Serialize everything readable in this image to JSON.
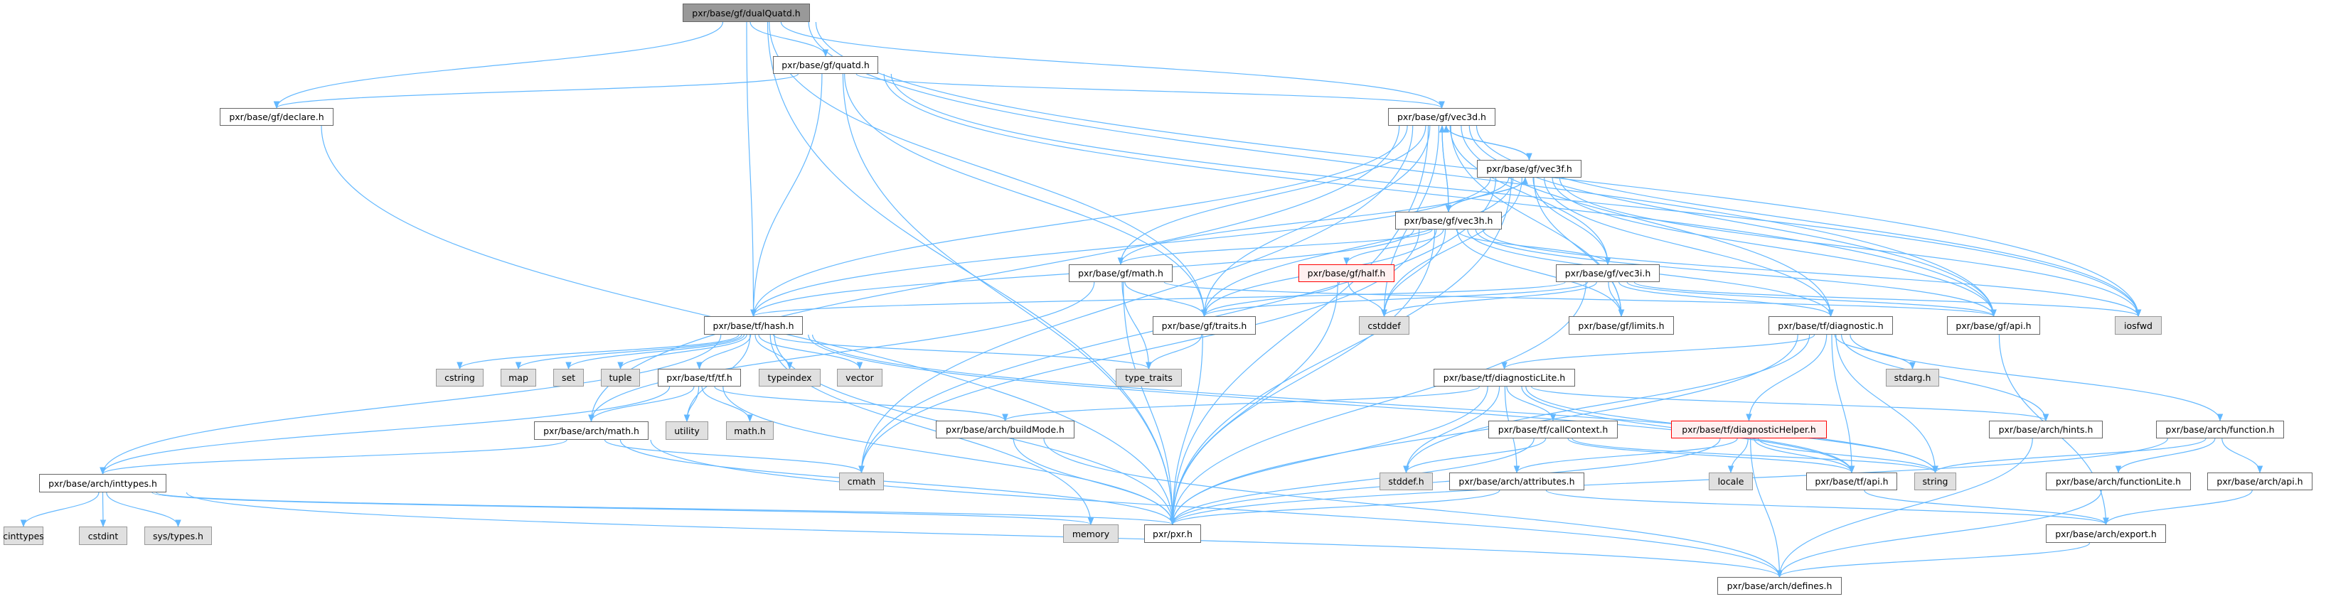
{
  "graph": {
    "edge_color": "#63b8ff",
    "nodes": [
      {
        "label": "pxr/base/gf/dualQuatd.h",
        "kind": "root"
      },
      {
        "label": "pxr/base/gf/quatd.h",
        "kind": "file"
      },
      {
        "label": "pxr/base/gf/declare.h",
        "kind": "file"
      },
      {
        "label": "pxr/base/gf/vec3d.h",
        "kind": "file"
      },
      {
        "label": "pxr/base/gf/vec3f.h",
        "kind": "file"
      },
      {
        "label": "pxr/base/gf/vec3h.h",
        "kind": "file"
      },
      {
        "label": "pxr/base/gf/math.h",
        "kind": "file"
      },
      {
        "label": "pxr/base/gf/half.h",
        "kind": "red"
      },
      {
        "label": "pxr/base/gf/vec3i.h",
        "kind": "file"
      },
      {
        "label": "pxr/base/tf/hash.h",
        "kind": "file"
      },
      {
        "label": "pxr/base/gf/traits.h",
        "kind": "file"
      },
      {
        "label": "cstddef",
        "kind": "sys"
      },
      {
        "label": "pxr/base/gf/limits.h",
        "kind": "file"
      },
      {
        "label": "pxr/base/tf/diagnostic.h",
        "kind": "file"
      },
      {
        "label": "pxr/base/gf/api.h",
        "kind": "file"
      },
      {
        "label": "iosfwd",
        "kind": "sys"
      },
      {
        "label": "cstring",
        "kind": "sys"
      },
      {
        "label": "map",
        "kind": "sys"
      },
      {
        "label": "set",
        "kind": "sys"
      },
      {
        "label": "tuple",
        "kind": "sys"
      },
      {
        "label": "pxr/base/tf/tf.h",
        "kind": "file"
      },
      {
        "label": "typeindex",
        "kind": "sys"
      },
      {
        "label": "vector",
        "kind": "sys"
      },
      {
        "label": "type_traits",
        "kind": "sys"
      },
      {
        "label": "pxr/base/tf/diagnosticLite.h",
        "kind": "file"
      },
      {
        "label": "stdarg.h",
        "kind": "sys"
      },
      {
        "label": "pxr/base/arch/math.h",
        "kind": "file"
      },
      {
        "label": "utility",
        "kind": "sys"
      },
      {
        "label": "math.h",
        "kind": "sys"
      },
      {
        "label": "pxr/base/arch/buildMode.h",
        "kind": "file"
      },
      {
        "label": "pxr/base/tf/callContext.h",
        "kind": "file"
      },
      {
        "label": "pxr/base/tf/diagnosticHelper.h",
        "kind": "red"
      },
      {
        "label": "pxr/base/arch/hints.h",
        "kind": "file"
      },
      {
        "label": "pxr/base/arch/function.h",
        "kind": "file"
      },
      {
        "label": "pxr/base/arch/inttypes.h",
        "kind": "file"
      },
      {
        "label": "cmath",
        "kind": "sys"
      },
      {
        "label": "stddef.h",
        "kind": "sys"
      },
      {
        "label": "pxr/base/arch/attributes.h",
        "kind": "file"
      },
      {
        "label": "locale",
        "kind": "sys"
      },
      {
        "label": "pxr/base/tf/api.h",
        "kind": "file"
      },
      {
        "label": "string",
        "kind": "sys"
      },
      {
        "label": "pxr/base/arch/functionLite.h",
        "kind": "file"
      },
      {
        "label": "pxr/base/arch/api.h",
        "kind": "file"
      },
      {
        "label": "cinttypes",
        "kind": "sys"
      },
      {
        "label": "cstdint",
        "kind": "sys"
      },
      {
        "label": "sys/types.h",
        "kind": "sys"
      },
      {
        "label": "memory",
        "kind": "sys"
      },
      {
        "label": "pxr/pxr.h",
        "kind": "file"
      },
      {
        "label": "pxr/base/arch/export.h",
        "kind": "file"
      },
      {
        "label": "pxr/base/arch/defines.h",
        "kind": "file"
      }
    ],
    "edges": [
      [
        0,
        1
      ],
      [
        0,
        2
      ],
      [
        0,
        9
      ],
      [
        0,
        10
      ],
      [
        0,
        14
      ],
      [
        0,
        15
      ],
      [
        0,
        47
      ],
      [
        0,
        3
      ],
      [
        1,
        2
      ],
      [
        1,
        3
      ],
      [
        1,
        9
      ],
      [
        1,
        10
      ],
      [
        1,
        14
      ],
      [
        1,
        15
      ],
      [
        1,
        47
      ],
      [
        2,
        47
      ],
      [
        3,
        4
      ],
      [
        3,
        5
      ],
      [
        3,
        6
      ],
      [
        3,
        12
      ],
      [
        3,
        10
      ],
      [
        3,
        9
      ],
      [
        3,
        11
      ],
      [
        3,
        35
      ],
      [
        3,
        15
      ],
      [
        3,
        14
      ],
      [
        3,
        13
      ],
      [
        3,
        47
      ],
      [
        3,
        8
      ],
      [
        3,
        26
      ],
      [
        4,
        3
      ],
      [
        4,
        5
      ],
      [
        4,
        6
      ],
      [
        4,
        12
      ],
      [
        4,
        10
      ],
      [
        4,
        9
      ],
      [
        4,
        11
      ],
      [
        4,
        35
      ],
      [
        4,
        15
      ],
      [
        4,
        14
      ],
      [
        4,
        13
      ],
      [
        4,
        47
      ],
      [
        4,
        8
      ],
      [
        5,
        3
      ],
      [
        5,
        4
      ],
      [
        5,
        7
      ],
      [
        5,
        6
      ],
      [
        5,
        12
      ],
      [
        5,
        10
      ],
      [
        5,
        9
      ],
      [
        5,
        11
      ],
      [
        5,
        35
      ],
      [
        5,
        15
      ],
      [
        5,
        14
      ],
      [
        5,
        13
      ],
      [
        5,
        47
      ],
      [
        5,
        8
      ],
      [
        6,
        10
      ],
      [
        6,
        26
      ],
      [
        6,
        23
      ],
      [
        6,
        14
      ],
      [
        6,
        47
      ],
      [
        7,
        10
      ],
      [
        7,
        11
      ],
      [
        7,
        47
      ],
      [
        8,
        12
      ],
      [
        8,
        10
      ],
      [
        8,
        9
      ],
      [
        8,
        11
      ],
      [
        8,
        15
      ],
      [
        8,
        14
      ],
      [
        8,
        13
      ],
      [
        8,
        47
      ],
      [
        9,
        16
      ],
      [
        9,
        17
      ],
      [
        9,
        18
      ],
      [
        9,
        19
      ],
      [
        9,
        20
      ],
      [
        9,
        21
      ],
      [
        9,
        22
      ],
      [
        9,
        23
      ],
      [
        9,
        27
      ],
      [
        9,
        46
      ],
      [
        9,
        40
      ],
      [
        9,
        34
      ],
      [
        9,
        47
      ],
      [
        9,
        39
      ],
      [
        10,
        23
      ],
      [
        10,
        47
      ],
      [
        13,
        24
      ],
      [
        13,
        31
      ],
      [
        13,
        25
      ],
      [
        13,
        32
      ],
      [
        13,
        33
      ],
      [
        13,
        40
      ],
      [
        13,
        36
      ],
      [
        13,
        47
      ],
      [
        13,
        39
      ],
      [
        14,
        48
      ],
      [
        20,
        26
      ],
      [
        20,
        27
      ],
      [
        20,
        28
      ],
      [
        20,
        29
      ],
      [
        20,
        34
      ],
      [
        20,
        47
      ],
      [
        24,
        29
      ],
      [
        24,
        30
      ],
      [
        24,
        37
      ],
      [
        24,
        36
      ],
      [
        24,
        39
      ],
      [
        24,
        40
      ],
      [
        24,
        47
      ],
      [
        24,
        32
      ],
      [
        26,
        34
      ],
      [
        26,
        35
      ],
      [
        26,
        49
      ],
      [
        26,
        47
      ],
      [
        29,
        47
      ],
      [
        29,
        49
      ],
      [
        30,
        36
      ],
      [
        30,
        39
      ],
      [
        30,
        40
      ],
      [
        30,
        47
      ],
      [
        31,
        37
      ],
      [
        31,
        38
      ],
      [
        31,
        39
      ],
      [
        31,
        40
      ],
      [
        31,
        49
      ],
      [
        31,
        47
      ],
      [
        32,
        49
      ],
      [
        33,
        40
      ],
      [
        33,
        41
      ],
      [
        33,
        42
      ],
      [
        33,
        47
      ],
      [
        34,
        43
      ],
      [
        34,
        44
      ],
      [
        34,
        45
      ],
      [
        34,
        49
      ],
      [
        34,
        47
      ],
      [
        34,
        46
      ],
      [
        37,
        48
      ],
      [
        37,
        47
      ],
      [
        39,
        48
      ],
      [
        41,
        49
      ],
      [
        42,
        48
      ],
      [
        48,
        49
      ]
    ]
  }
}
